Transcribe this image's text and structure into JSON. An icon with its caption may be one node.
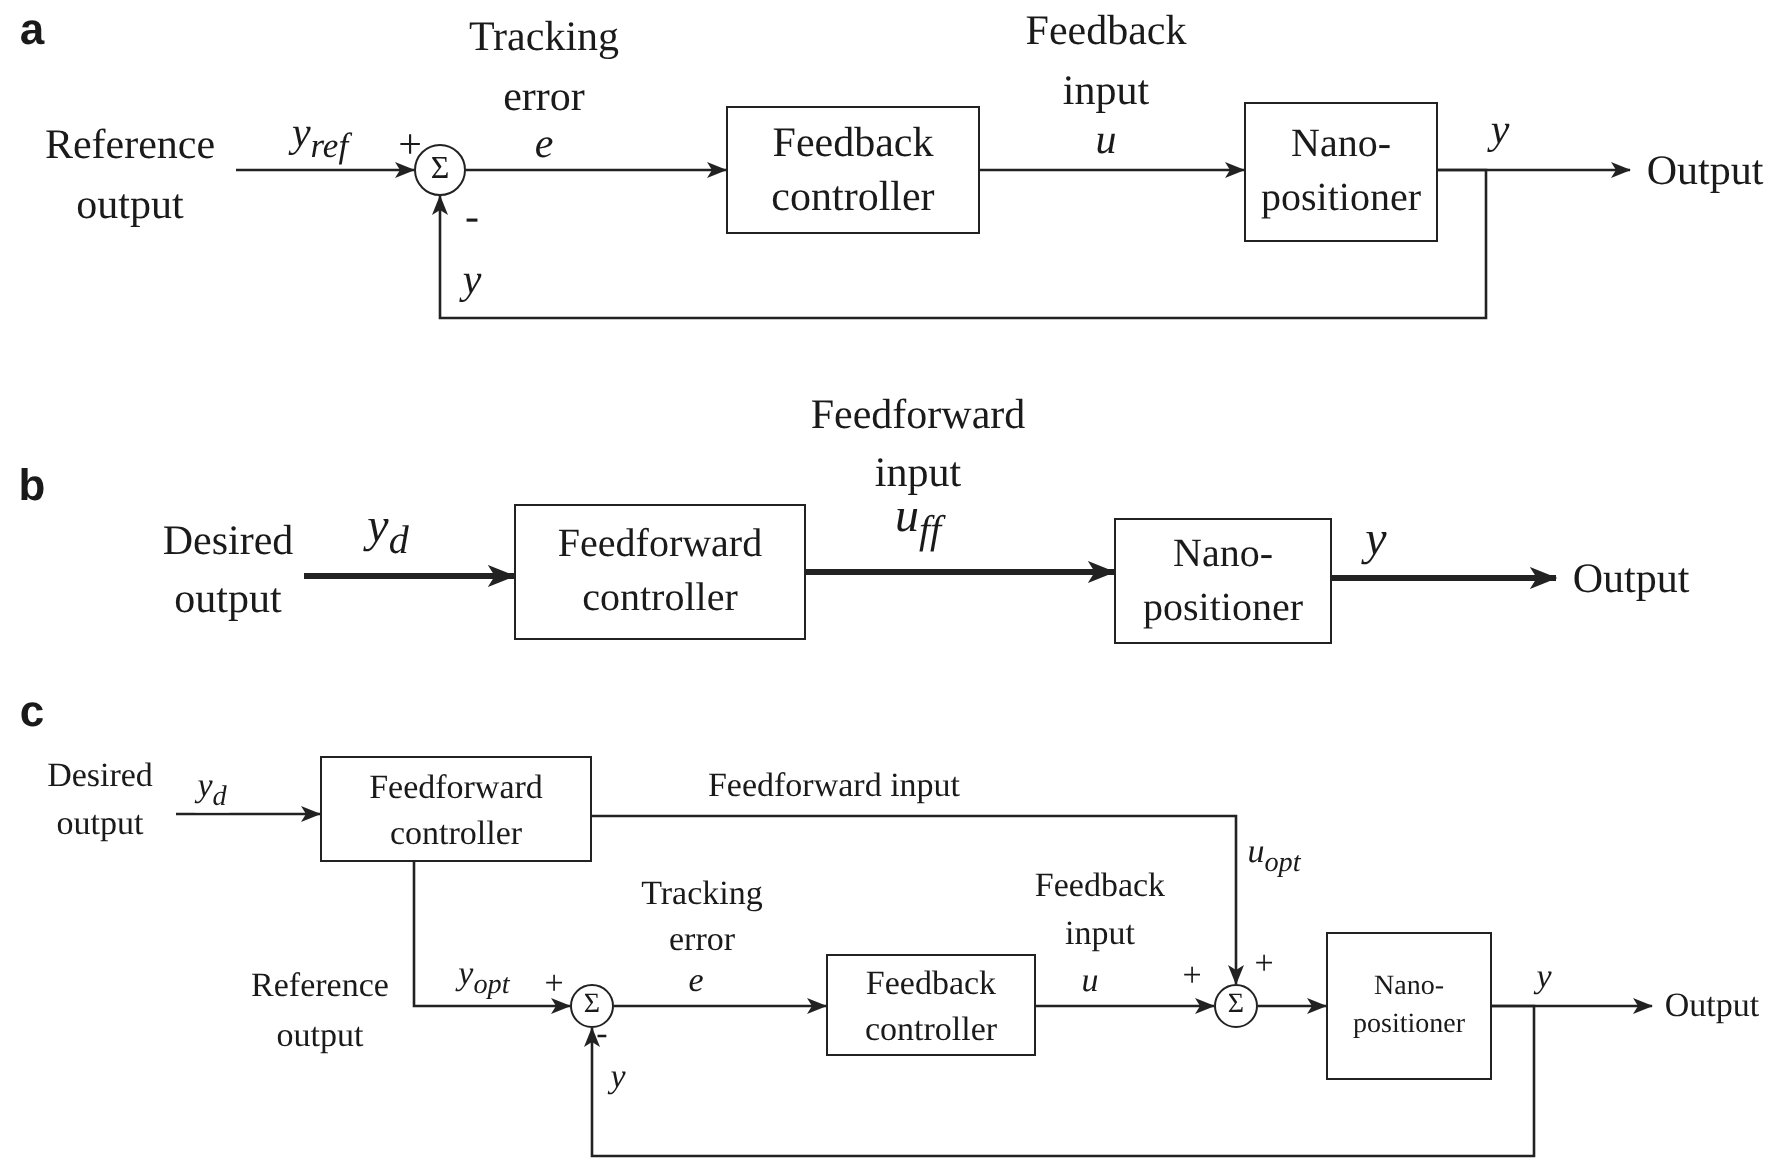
{
  "diagram": {
    "nodes": [
      {
        "text": [
          "Reference output"
        ]
      },
      {
        "text": [
          "Σ"
        ]
      },
      {
        "text": [
          "Feedback controller"
        ]
      },
      {
        "text": [
          "Nano- positioner"
        ]
      },
      {
        "text": [
          "Output"
        ]
      },
      {
        "text": [
          "Desired output"
        ]
      },
      {
        "text": [
          "Feedforward controller"
        ]
      },
      {
        "text": [
          "Nano- positioner"
        ]
      },
      {
        "text": [
          "Output"
        ]
      },
      {
        "text": [
          "Desired output"
        ]
      },
      {
        "text": [
          "Feedforward controller"
        ]
      },
      {
        "text": [
          "Σ"
        ]
      },
      {
        "text": [
          "Feedback controller"
        ]
      },
      {
        "text": [
          "Σ"
        ]
      },
      {
        "text": [
          "Nano- positioner"
        ]
      },
      {
        "text": [
          "Output"
        ]
      }
    ],
    "edges": [
      {
        "from": 0,
        "to": 1,
        "arrow": "to",
        "label": "y$_{ref}$"
      },
      {
        "from": 1,
        "to": 2,
        "arrow": "to",
        "label": "e"
      },
      {
        "from": 2,
        "to": 3,
        "arrow": "to",
        "label": "u"
      },
      {
        "from": 3,
        "to": 4,
        "arrow": "to",
        "label": "y"
      },
      {
        "from": 3,
        "to": 1,
        "arrow": "to",
        "label": "y"
      },
      {
        "from": 5,
        "to": 6,
        "arrow": "to",
        "label": "y$_{d}$",
        "style": "thick"
      },
      {
        "from": 6,
        "to": 7,
        "arrow": "to",
        "label": "u$_{ff}$",
        "style": "thick"
      },
      {
        "from": 7,
        "to": 8,
        "arrow": "to",
        "label": "y",
        "style": "thick"
      },
      {
        "from": 9,
        "to": 10,
        "arrow": "to",
        "label": "y$_{d}$"
      },
      {
        "from": 10,
        "to": 13,
        "arrow": "to",
        "label": "u$_{opt}$"
      },
      {
        "from": 10,
        "to": 11,
        "arrow": "to",
        "label": "y$_{opt}$"
      },
      {
        "from": 11,
        "to": 12,
        "arrow": "to",
        "label": "e"
      },
      {
        "from": 12,
        "to": 13,
        "arrow": "to",
        "label": "u"
      },
      {
        "from": 13,
        "to": 14,
        "arrow": "to"
      },
      {
        "from": 14,
        "to": 15,
        "arrow": "to",
        "label": "y"
      },
      {
        "from": 14,
        "to": 11,
        "arrow": "to",
        "label": "y"
      }
    ],
    "labels": [
      "a",
      "Tracking error",
      "+",
      "-",
      "Feedback input",
      "b",
      "Feedforward input",
      "c",
      "Feedforward input",
      "Tracking error",
      "Reference output",
      "+",
      "Feedback input",
      "+",
      "+",
      "-"
    ]
  }
}
